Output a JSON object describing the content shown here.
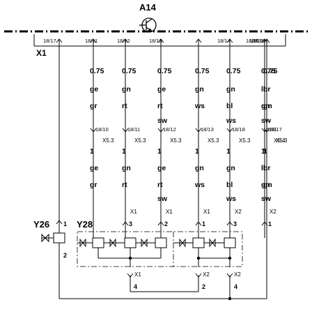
{
  "component_a14": "A14",
  "connector_x1": "X1",
  "valve_y26": "Y26",
  "valve_y28": "Y28",
  "columns": [
    {
      "pin": "18/17",
      "top_size": "",
      "top_c1": "",
      "top_c2": "",
      "top_c3": "",
      "mid_pin": "",
      "mid_sub": "",
      "bot_size": "",
      "bot_c1": "",
      "bot_c2": "",
      "bot_c3": "",
      "conn": "1",
      "conn_x": ""
    },
    {
      "pin": "18/11",
      "top_size": "0.75",
      "top_c1": "ge",
      "top_c2": "gr",
      "top_c3": "",
      "mid_pin": "18/10",
      "mid_sub": "X5.3",
      "bot_size": "1",
      "bot_c1": "ge",
      "bot_c2": "gr",
      "bot_c3": "",
      "conn": "",
      "conn_x": ""
    },
    {
      "pin": "18/12",
      "top_size": "0.75",
      "top_c1": "gn",
      "top_c2": "rt",
      "top_c3": "",
      "mid_pin": "18/11",
      "mid_sub": "X5.3",
      "bot_size": "1",
      "bot_c1": "gn",
      "bot_c2": "rt",
      "bot_c3": "",
      "conn": "3",
      "conn_x": "X1"
    },
    {
      "pin": "18/13",
      "top_size": "0.75",
      "top_c1": "ge",
      "top_c2": "rt",
      "top_c3": "sw",
      "mid_pin": "18/12",
      "mid_sub": "X5.3",
      "bot_size": "1",
      "bot_c1": "ge",
      "bot_c2": "rt",
      "bot_c3": "sw",
      "conn": "2",
      "conn_x": "X1"
    },
    {
      "pin": "",
      "top_size": "0.75",
      "top_c1": "gn",
      "top_c2": "ws",
      "top_c3": "",
      "mid_pin": "18/13",
      "mid_sub": "X5.3",
      "bot_size": "1",
      "bot_c1": "gn",
      "bot_c2": "ws",
      "bot_c3": "",
      "conn": "1",
      "conn_x": "X1"
    },
    {
      "pin": "18/14",
      "top_size": "0.75",
      "top_c1": "gn",
      "top_c2": "bl",
      "top_c3": "ws",
      "mid_pin": "18/18",
      "mid_sub": "X5.3",
      "bot_size": "1",
      "bot_c1": "gn",
      "bot_c2": "bl",
      "bot_c3": "ws",
      "conn": "3",
      "conn_x": "X2"
    },
    {
      "pin": "18/16",
      "top_size": "0.75",
      "top_c1": "li",
      "top_c2": "gn",
      "top_c3": "sw",
      "mid_pin": "18/1",
      "mid_sub": "X5.4",
      "bot_size": "1",
      "bot_c1": "ll",
      "bot_c2": "gn",
      "bot_c3": "sw",
      "conn": "1",
      "conn_x": "X2"
    },
    {
      "pin": "18/16",
      "top_size": "0.75",
      "top_c1": "br",
      "top_c2": "gn",
      "top_c3": "",
      "mid_pin": "18/17",
      "mid_sub": "X5.3",
      "bot_size": "1",
      "bot_c1": "br",
      "bot_c2": "gn",
      "bot_c3": "",
      "conn": "",
      "conn_x": ""
    }
  ],
  "y26_pins": {
    "top": "1",
    "bottom": "2"
  },
  "bottom_connectors": [
    {
      "x": "X1",
      "num": "4"
    },
    {
      "x": "X2",
      "num": "2"
    },
    {
      "x": "X2",
      "num": "4"
    }
  ]
}
